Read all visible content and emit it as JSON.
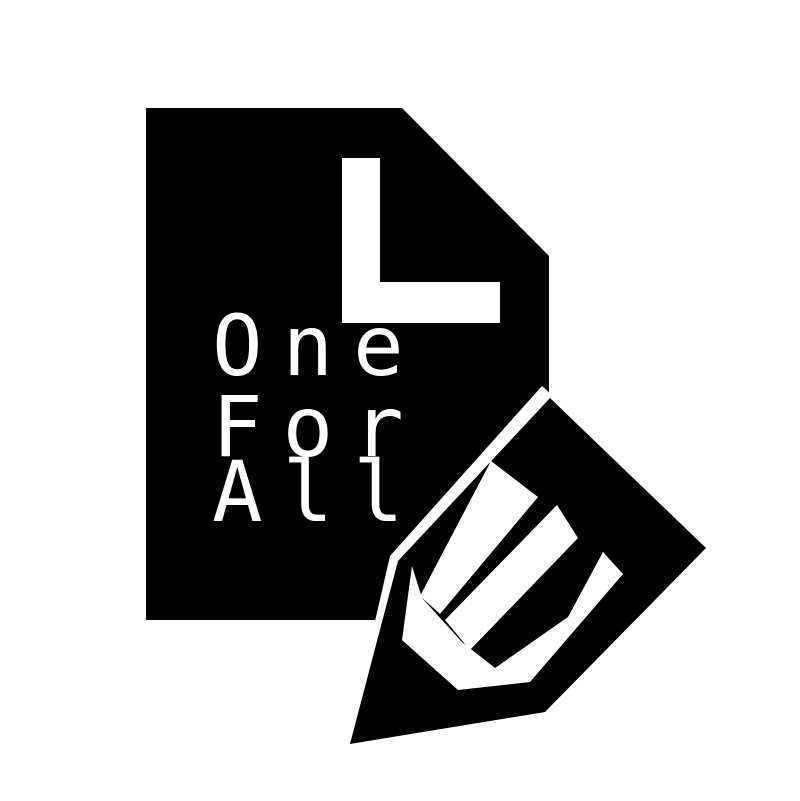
{
  "logo": {
    "letter": "L",
    "lines": [
      "One",
      "For",
      "All"
    ]
  },
  "colors": {
    "ink": "#000000",
    "paper": "#ffffff"
  },
  "icons": {
    "document": "document-icon",
    "pencil": "pencil-icon"
  }
}
